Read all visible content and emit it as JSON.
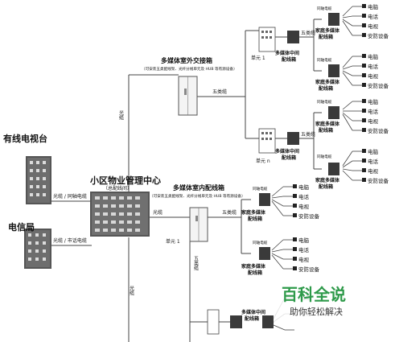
{
  "labels": {
    "cable_tv_station": "有线电视台",
    "telecom_bureau": "电信局",
    "mgmt_center": "小区物业管理中心",
    "mgmt_center_sub": "（总配线间）",
    "outdoor_box_title": "多媒体室外交接箱",
    "outdoor_box_note": "（可安装五类配线架、光纤分线单元及 HUB 等有源设备）",
    "indoor_box_title": "多媒体室内配线箱",
    "indoor_box_note": "（可安装五类配线架、光纤分线单元及 HUB 等有源设备）",
    "fiber": "光缆",
    "cat5": "五类缆",
    "coax": "同轴电缆",
    "link_cable_tv": "光缆 / 同轴电缆",
    "link_telecom": "光缆 / 市话电缆",
    "unit_1": "单元 1",
    "unit_n": "单元 n",
    "mid_cabinet_line1": "多媒体中间",
    "mid_cabinet_line2": "配线箱",
    "home_box_line1": "家庭多媒体",
    "home_box_line2": "配线箱",
    "dev_computer": "电脑",
    "dev_phone": "电话",
    "dev_tv": "电视",
    "dev_security": "安防设备"
  },
  "watermark": {
    "title": "百科全说",
    "subtitle": "助你轻松解决"
  },
  "colors": {
    "line": "#444444",
    "building_dark": "#3a3a3a",
    "building_mid": "#777777",
    "watermark_green": "#2e9a4a"
  }
}
